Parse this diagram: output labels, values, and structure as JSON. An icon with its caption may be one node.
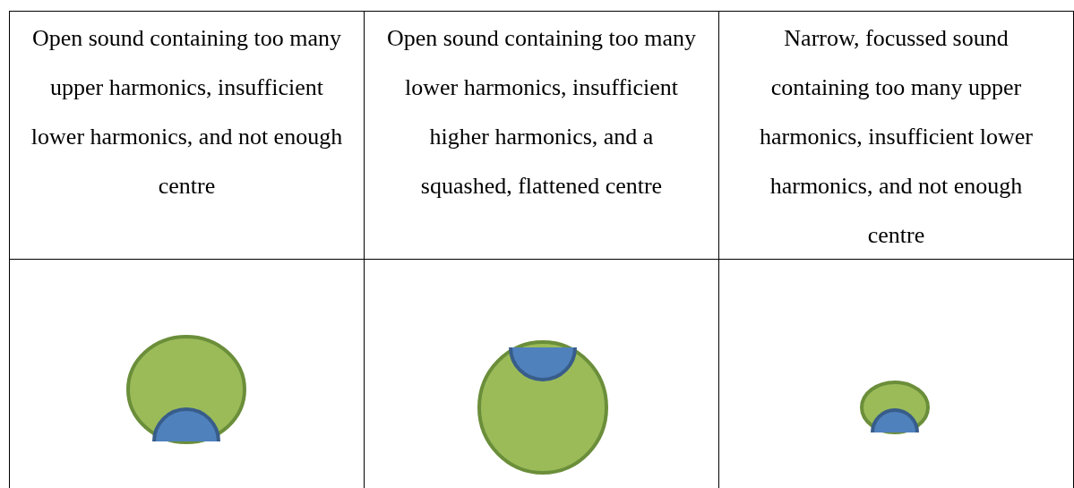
{
  "diagram": {
    "labels": [
      "Open sound containing too many upper harmonics, insufficient lower harmonics, and not enough centre",
      "Open sound containing too many lower harmonics, insufficient higher harmonics, and a squashed, flattened centre",
      "Narrow, focussed sound containing too many upper harmonics, insufficient lower harmonics, and not enough centre"
    ]
  }
}
